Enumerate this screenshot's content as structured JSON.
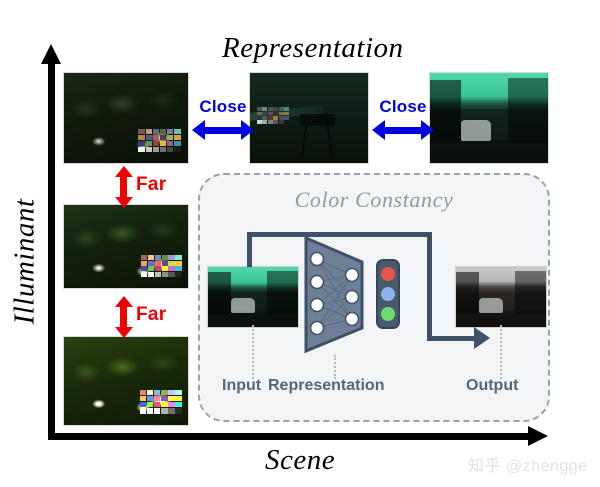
{
  "figure": {
    "axes": {
      "y_label": "Illuminant",
      "x_label": "Scene"
    },
    "title": "Representation"
  },
  "relations": {
    "close_label_1": "Close",
    "close_label_2": "Close",
    "far_label_1": "Far",
    "far_label_2": "Far"
  },
  "panel": {
    "title": "Color Constancy",
    "captions": {
      "input": "Input",
      "representation": "Representation",
      "output": "Output"
    },
    "rgb_channels": [
      {
        "name": "red-channel-dot",
        "color": "#e8534a"
      },
      {
        "name": "blue-channel-dot",
        "color": "#8ab4e8"
      },
      {
        "name": "green-channel-dot",
        "color": "#6ddb6d"
      }
    ],
    "network": {
      "input_nodes": 4,
      "output_nodes": 3,
      "body_color": "#6e8096",
      "edge_color": "#3e5166"
    }
  },
  "images": {
    "top_left": "dark-market-scene-with-color-checker",
    "mid_left": "mid-market-scene-with-color-checker",
    "bottom_left": "bright-market-scene-with-color-checker",
    "top_mid": "teal-indoor-tripod-scene-with-color-checker",
    "top_right": "green-cast-street-scene",
    "panel_input": "green-cast-street-scene",
    "panel_output": "color-corrected-street-scene"
  },
  "colors": {
    "close_arrow": "#0000e2",
    "far_arrow": "#ee0202",
    "panel_background": "#f2f4f6",
    "panel_border": "#9aa3ad",
    "caption_text": "#55657a",
    "panel_title": "#8f9bab",
    "axis": "#000000"
  },
  "watermark": {
    "text": "知乎 @zhengge"
  }
}
